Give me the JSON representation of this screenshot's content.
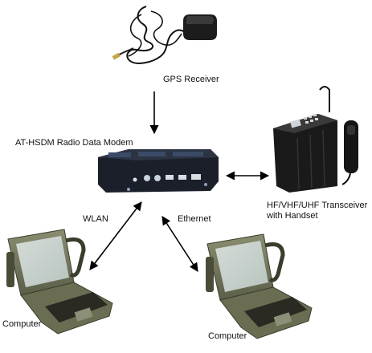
{
  "nodes": {
    "gps": {
      "label": "GPS Receiver"
    },
    "modem": {
      "label": "AT-HSDM Radio Data Modem"
    },
    "transceiver": {
      "label_line1": "HF/VHF/UHF Transceiver",
      "label_line2": "with Handset"
    },
    "computer_left": {
      "label": "Computer"
    },
    "computer_right": {
      "label": "Computer"
    }
  },
  "links": {
    "wlan": {
      "label": "WLAN"
    },
    "ethernet": {
      "label": "Ethernet"
    }
  },
  "icons": {
    "gps": "gps-antenna-icon",
    "modem": "modem-box-icon",
    "transceiver": "radio-transceiver-icon",
    "computer": "rugged-laptop-icon"
  }
}
